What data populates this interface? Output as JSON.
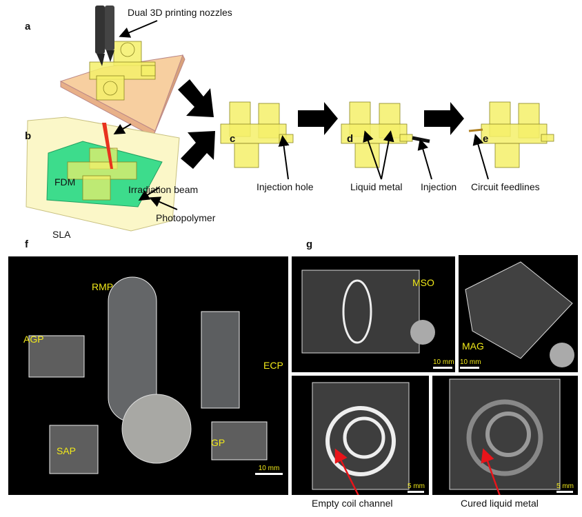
{
  "panels": {
    "a": "a",
    "b": "b",
    "c": "c",
    "d": "d",
    "e": "e",
    "f": "f",
    "g": "g"
  },
  "schematic": {
    "nozzles": "Dual 3D printing nozzles",
    "fdm": "FDM",
    "beam": "Irradiation beam",
    "photopolymer": "Photopolymer",
    "sla": "SLA",
    "injection_hole": "Injection hole",
    "liquid_metal": "Liquid metal",
    "injection": "Injection",
    "feedlines": "Circuit feedlines"
  },
  "photo_f": {
    "labels": {
      "rmp": "RMP",
      "agp": "AGP",
      "ecp": "ECP",
      "sap": "SAP",
      "gp": "GP"
    },
    "scale": "10 mm"
  },
  "photo_g": {
    "mso": "MSO",
    "mag": "MAG",
    "scale_mso": "10 mm",
    "scale_mag": "10 mm",
    "scale_empty": "5 mm",
    "scale_cured": "5 mm",
    "empty_caption": "Empty coil channel",
    "cured_caption": "Cured liquid metal"
  },
  "colors": {
    "part": "#f5f06a",
    "fdm_bed": "#f7cfa0",
    "sla_vat": "#fbf7c8",
    "sla_plate": "#3ddc8c",
    "beam": "#e8321e",
    "arrow": "#000000",
    "label_yellow": "#f2ea1a",
    "pointer_red": "#e8141a"
  }
}
